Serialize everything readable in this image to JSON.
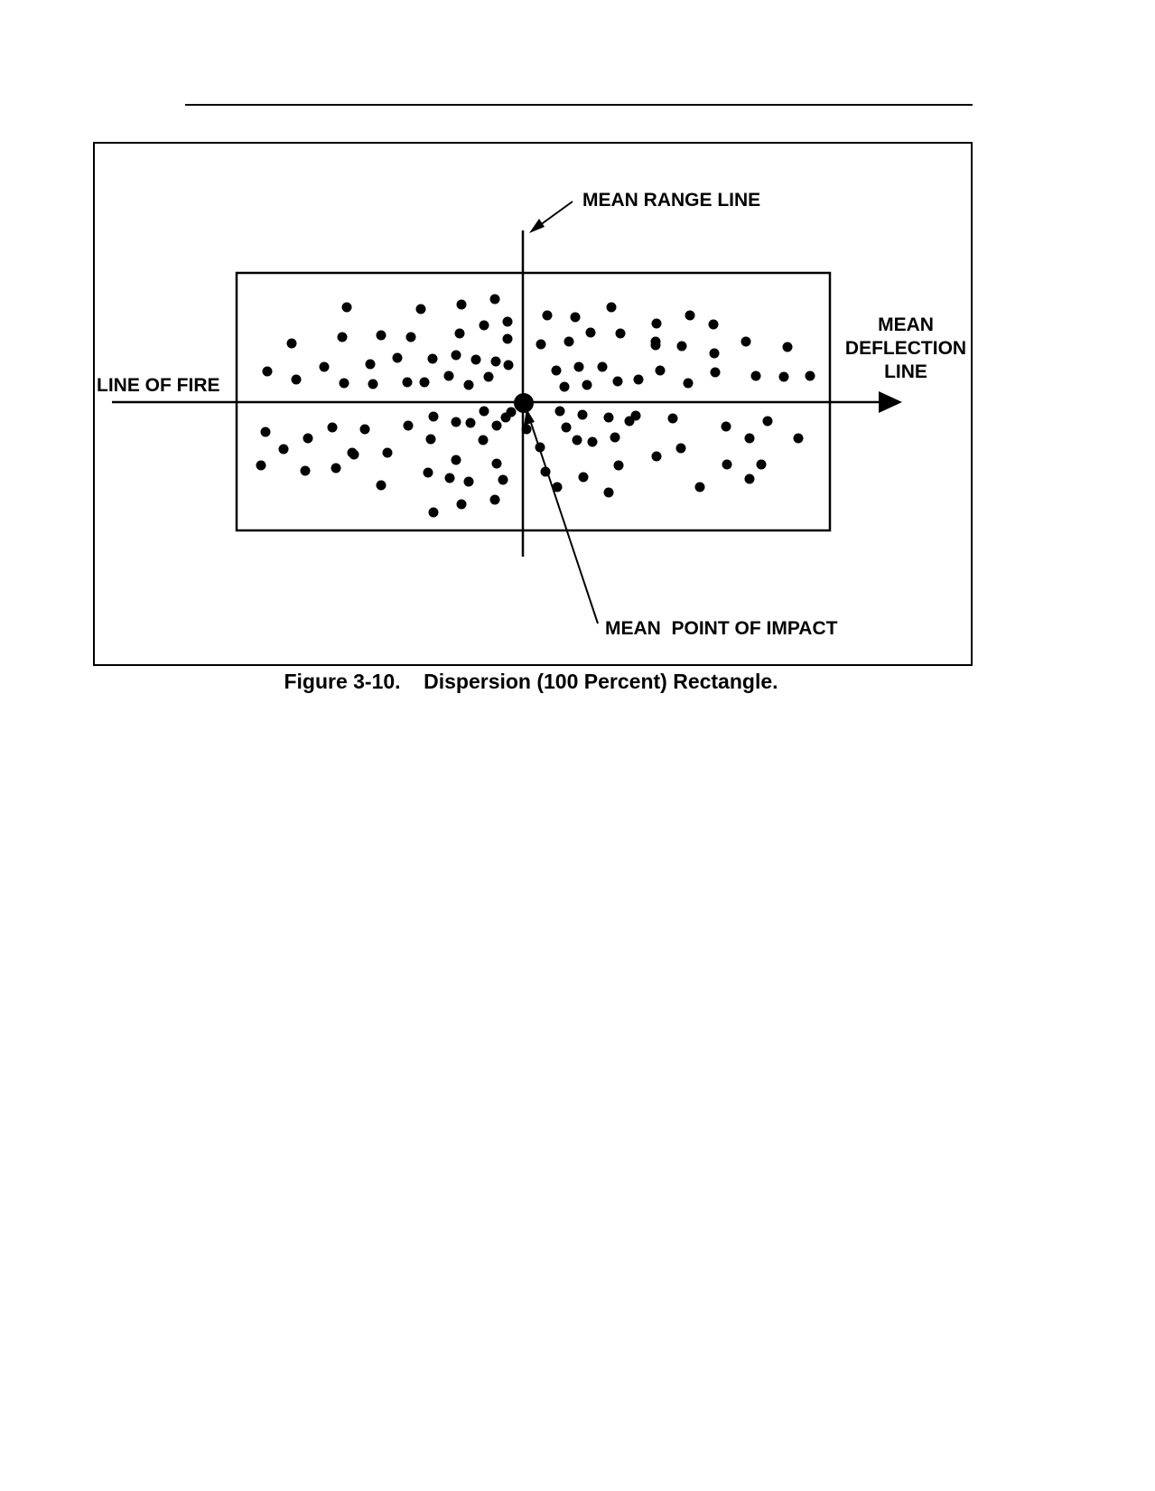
{
  "diagram": {
    "labels": {
      "mean_range_line": "MEAN RANGE LINE",
      "mean_deflection_line": [
        "MEAN",
        "DEFLECTION",
        "LINE"
      ],
      "line_of_fire": "LINE OF FIRE",
      "mean_point_of_impact": "MEAN  POINT OF IMPACT"
    },
    "caption": "Figure 3-10.    Dispersion (100 Percent) Rectangle.",
    "colors": {
      "ink": "#000000",
      "paper": "#ffffff"
    }
  }
}
